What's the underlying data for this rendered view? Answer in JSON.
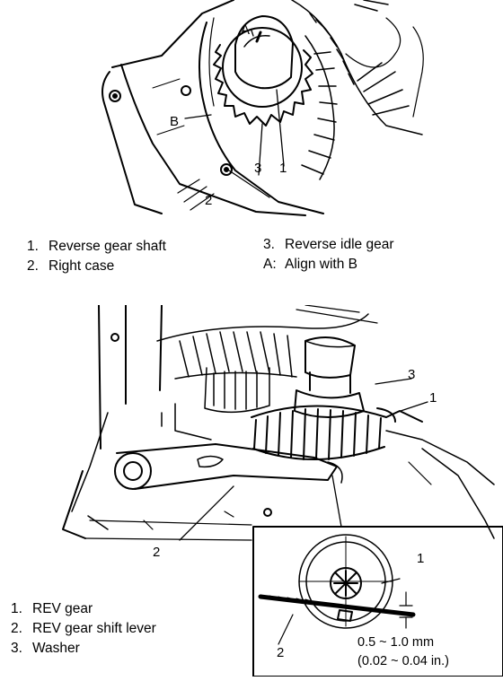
{
  "figure1": {
    "callouts": {
      "A": "A",
      "B": "B",
      "c1": "1",
      "c2": "2",
      "c3": "3"
    },
    "legend_left": [
      {
        "num": "1.",
        "text": "Reverse gear shaft"
      },
      {
        "num": "2.",
        "text": "Right case"
      }
    ],
    "legend_right": [
      {
        "num": "3.",
        "text": "Reverse idle gear"
      },
      {
        "num": "A:",
        "text": "Align with B"
      }
    ]
  },
  "figure2": {
    "callouts": {
      "c1": "1",
      "c2": "2",
      "c3": "3"
    },
    "inset": {
      "callouts": {
        "c1": "1",
        "c2": "2"
      },
      "dimension_mm": "0.5 ~ 1.0 mm",
      "dimension_in": "(0.02 ~ 0.04 in.)"
    },
    "legend": [
      {
        "num": "1.",
        "text": "REV gear"
      },
      {
        "num": "2.",
        "text": "REV gear shift lever"
      },
      {
        "num": "3.",
        "text": "Washer"
      }
    ]
  }
}
